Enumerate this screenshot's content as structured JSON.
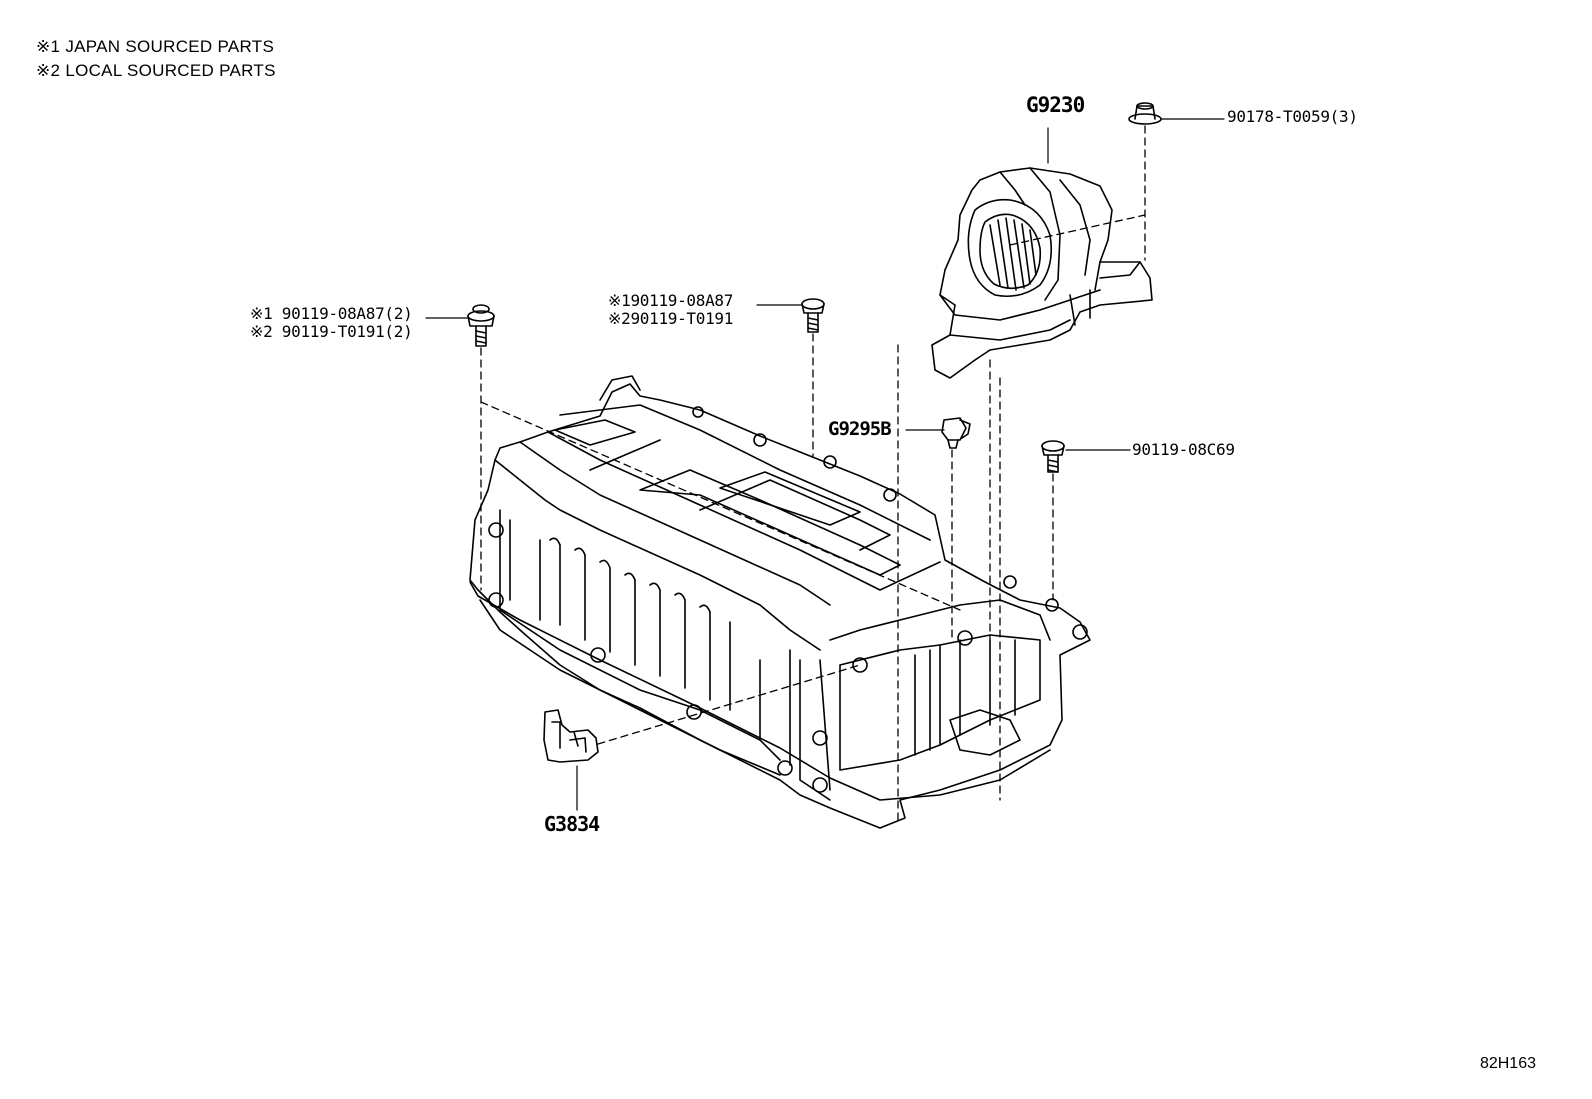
{
  "notes": [
    "※1 JAPAN SOURCED PARTS",
    "※2 LOCAL SOURCED PARTS"
  ],
  "callouts": {
    "blower": "G9230",
    "nut_top_right": "90178-T0059(3)",
    "bolt_left_1": "※1 90119-08A87(2)",
    "bolt_left_2": "※2 90119-T0191(2)",
    "bolt_mid_1": "※190119-08A87",
    "bolt_mid_2": "※290119-T0191",
    "sensor": "G9295B",
    "bolt_right": "90119-08C69",
    "bracket": "G3834"
  },
  "ref_code": "82H163"
}
